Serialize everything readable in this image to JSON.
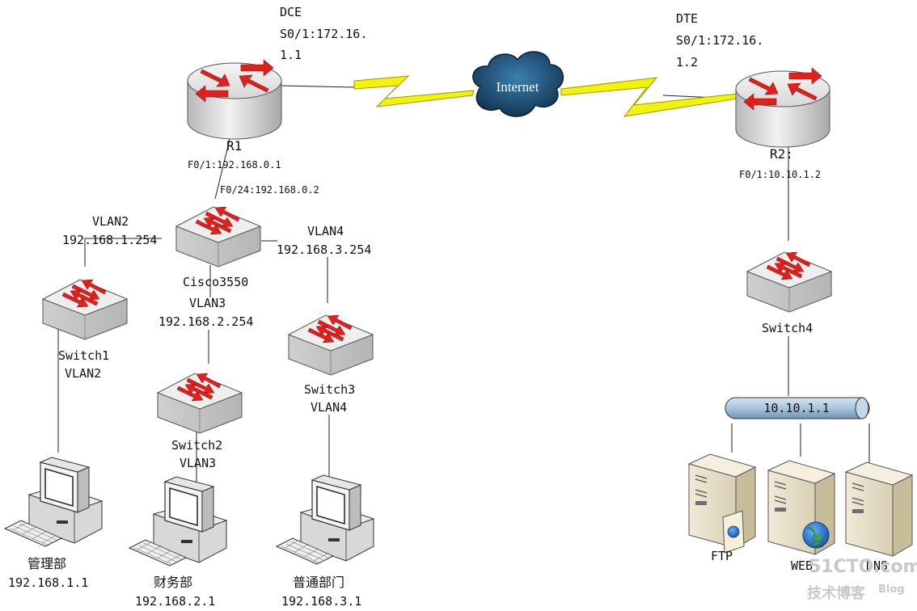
{
  "labels": {
    "r1_dce": "DCE",
    "r1_s01_a": "S0/1:172.16.",
    "r1_s01_b": "1.1",
    "r2_dte": "DTE",
    "r2_s01_a": "S0/1:172.16.",
    "r2_s01_b": "1.2",
    "internet": "Internet",
    "r1_name": "R1",
    "r1_f01": "F0/1:192.168.0.1",
    "sw3550_f024": "F0/24:192.168.0.2",
    "r2_name": "R2:",
    "r2_f01": "F0/1:10.10.1.2",
    "vlan2_name": "VLAN2",
    "vlan2_ip": "192.168.1.254",
    "vlan4_name": "VLAN4",
    "vlan4_ip": "192.168.3.254",
    "cisco3550": "Cisco3550",
    "vlan3_name": "VLAN3",
    "vlan3_ip": "192.168.2.254",
    "switch1": "Switch1",
    "switch1_vlan": "VLAN2",
    "switch2": "Switch2",
    "switch2_vlan": "VLAN3",
    "switch3": "Switch3",
    "switch3_vlan": "VLAN4",
    "switch4": "Switch4",
    "bus_ip": "10.10.1.1",
    "pc1_dept": "管理部",
    "pc1_ip": "192.168.1.1",
    "pc2_dept": "财务部",
    "pc2_ip": "192.168.2.1",
    "pc3_dept": "普通部门",
    "pc3_ip": "192.168.3.1",
    "srv_ftp": "FTP",
    "srv_web": "WEB",
    "srv_dns": "DNS"
  },
  "watermark": {
    "line1": "51CTO.com",
    "line2": "技术博客",
    "line3": "Blog"
  },
  "colors": {
    "router_body": "#e0e0e0",
    "arrow_red": "#e0201c",
    "serial_link": "#f2f20a",
    "cloud": "#1d4f78",
    "bus": "#a9c4dc"
  }
}
